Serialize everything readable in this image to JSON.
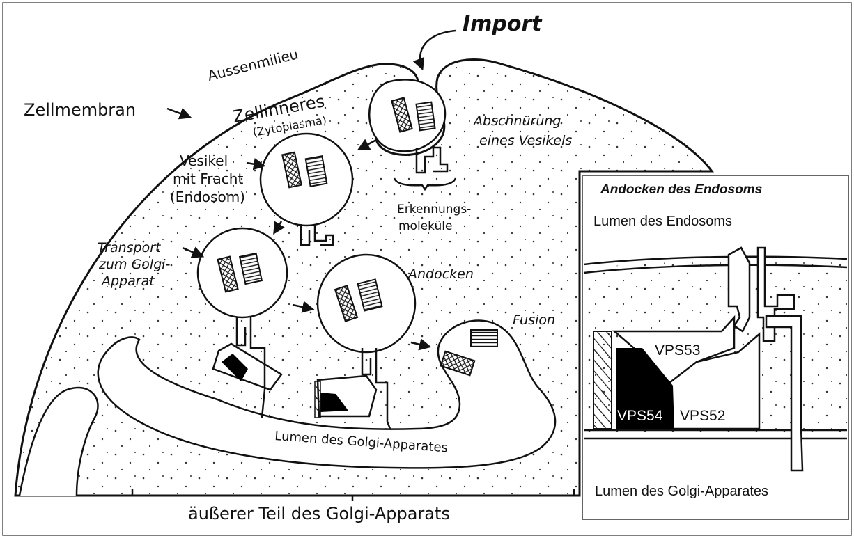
{
  "labels": {
    "import": "Import",
    "aussenmilieu": "Aussenmilieu",
    "zellmembran": "Zellmembran",
    "zellinneres": "Zellinneres",
    "zytoplasma": "(Zytoplasma)",
    "abschnuerung_1": "Abschnürung",
    "abschnuerung_2": "eines Vesikels",
    "vesikel_1": "Vesikel",
    "vesikel_2": "mit Fracht",
    "vesikel_3": "(Endosom)",
    "erkennung_1": "Erkennungs-",
    "erkennung_2": "moleküle",
    "transport_1": "Transport",
    "transport_2": "zum Golgi-",
    "transport_3": "Apparat",
    "andocken": "Andocken",
    "fusion": "Fusion",
    "lumen_golgi": "Lumen des Golgi-Apparates",
    "aeusserer_teil": "äußerer Teil des Golgi-Apparats"
  },
  "inset": {
    "title": "Andocken des Endosoms",
    "lumen_endosom": "Lumen des Endosoms",
    "vps53": "VPS53",
    "vps54": "VPS54",
    "vps52": "VPS52",
    "lumen_golgi": "Lumen des Golgi-Apparates"
  },
  "colors": {
    "ink": "#111111",
    "background": "#ffffff",
    "complex_dark": "#000000"
  }
}
